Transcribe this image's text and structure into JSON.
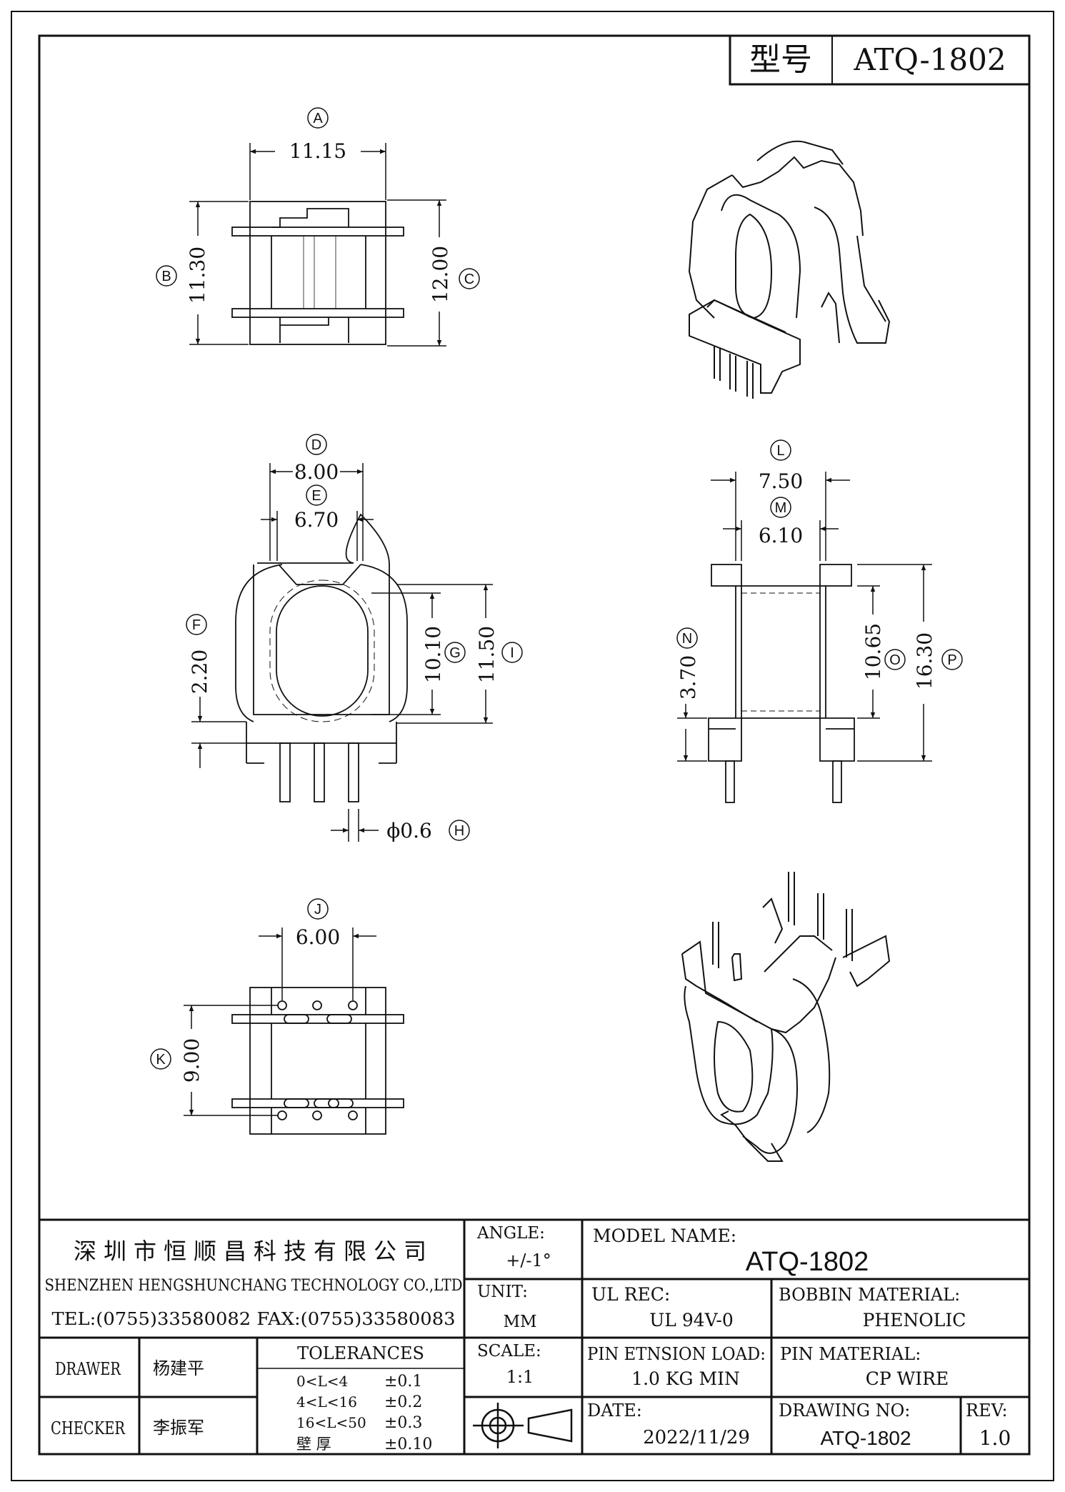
{
  "header": {
    "model_label": "型号",
    "model_value": "ATQ-1802"
  },
  "dimensions": {
    "A": {
      "letter": "A",
      "value": "11.15"
    },
    "B": {
      "letter": "B",
      "value": "11.30"
    },
    "C": {
      "letter": "C",
      "value": "12.00"
    },
    "D": {
      "letter": "D",
      "value": "8.00"
    },
    "E": {
      "letter": "E",
      "value": "6.70"
    },
    "F": {
      "letter": "F",
      "value": "2.20"
    },
    "G": {
      "letter": "G",
      "value": "10.10"
    },
    "H": {
      "letter": "H",
      "value": "ϕ0.6"
    },
    "I": {
      "letter": "I",
      "value": "11.50"
    },
    "J": {
      "letter": "J",
      "value": "6.00"
    },
    "K": {
      "letter": "K",
      "value": "9.00"
    },
    "L": {
      "letter": "L",
      "value": "7.50"
    },
    "M": {
      "letter": "M",
      "value": "6.10"
    },
    "N": {
      "letter": "N",
      "value": "3.70"
    },
    "O": {
      "letter": "O",
      "value": "10.65"
    },
    "P": {
      "letter": "P",
      "value": "16.30"
    }
  },
  "title_block": {
    "company_cn": "深圳市恒顺昌科技有限公司",
    "company_en": "SHENZHEN HENGSHUNCHANG TECHNOLOGY CO.,LTD",
    "contact": "TEL:(0755)33580082 FAX:(0755)33580083",
    "angle_label": "ANGLE:",
    "angle_value": "+/-1°",
    "unit_label": "UNIT:",
    "unit_value": "MM",
    "scale_label": "SCALE:",
    "scale_value": "1:1",
    "model_name_label": "MODEL NAME:",
    "model_name_value": "ATQ-1802",
    "ul_label": "UL REC:",
    "ul_value": "UL 94V-0",
    "bobbin_label": "BOBBIN MATERIAL:",
    "bobbin_value": "PHENOLIC",
    "pin_load_label": "PIN ETNSION LOAD:",
    "pin_load_value": "1.0 KG MIN",
    "pin_material_label": "PIN MATERIAL:",
    "pin_material_value": "CP WIRE",
    "date_label": "DATE:",
    "date_value": "2022/11/29",
    "drawing_no_label": "DRAWING NO:",
    "drawing_no_value": "ATQ-1802",
    "rev_label": "REV:",
    "rev_value": "1.0",
    "drawer_label": "DRAWER",
    "drawer_name": "杨建平",
    "checker_label": "CHECKER",
    "checker_name": "李振军",
    "tolerances_label": "TOLERANCES",
    "tolerances": [
      {
        "range": "0<L<4",
        "tol": "±0.1"
      },
      {
        "range": "4<L<16",
        "tol": "±0.2"
      },
      {
        "range": "16<L<50",
        "tol": "±0.3"
      },
      {
        "range": "壁 厚",
        "tol": "±0.10"
      }
    ]
  }
}
